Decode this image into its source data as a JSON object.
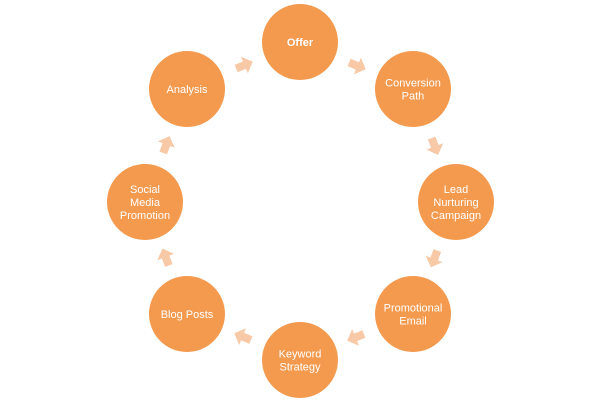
{
  "colors": {
    "node": "#F49A4F",
    "arrow": "#F8C9A6",
    "text": "#FFFFFF",
    "background": "#FFFFFF"
  },
  "nodes": [
    {
      "id": "offer",
      "lines": [
        "Offer"
      ],
      "bold": true
    },
    {
      "id": "conversion-path",
      "lines": [
        "Conversion",
        "Path"
      ]
    },
    {
      "id": "lead-nurturing-campaign",
      "lines": [
        "Lead",
        "Nurturing",
        "Campaign"
      ]
    },
    {
      "id": "promotional-email",
      "lines": [
        "Promotional",
        "Email"
      ]
    },
    {
      "id": "keyword-strategy",
      "lines": [
        "Keyword",
        "Strategy"
      ]
    },
    {
      "id": "blog-posts",
      "lines": [
        "Blog Posts"
      ]
    },
    {
      "id": "social-media-promotion",
      "lines": [
        "Social",
        "Media",
        "Promotion"
      ]
    },
    {
      "id": "analysis",
      "lines": [
        "Analysis"
      ]
    }
  ],
  "flow": "clockwise"
}
